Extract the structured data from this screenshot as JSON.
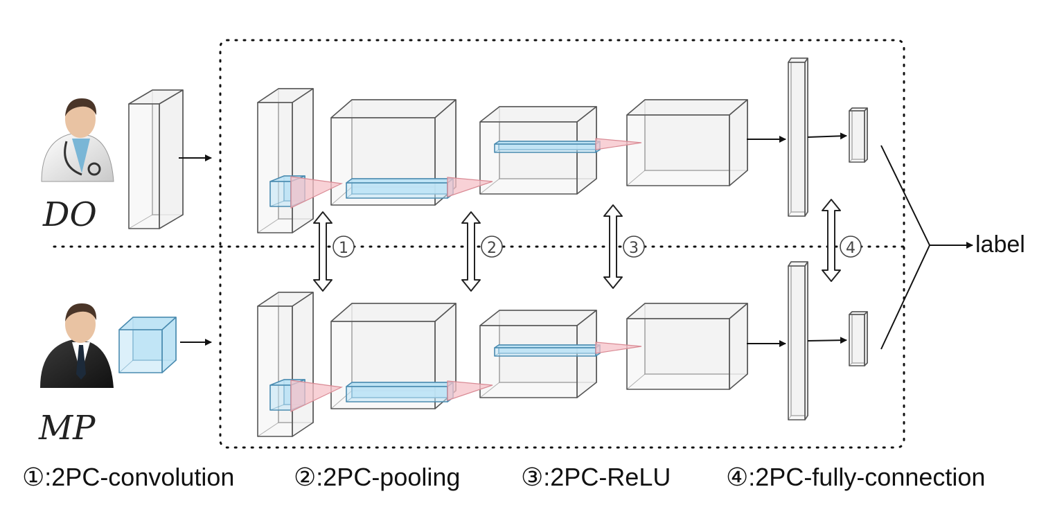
{
  "parties": [
    {
      "label": "DO",
      "role": "doctor"
    },
    {
      "label": "MP",
      "role": "model provider"
    }
  ],
  "output_label": "label",
  "protocol_markers": [
    "①",
    "②",
    "③",
    "④"
  ],
  "legend": [
    {
      "marker": "①",
      "text": ":2PC-convolution"
    },
    {
      "marker": "②",
      "text": ":2PC-pooling"
    },
    {
      "marker": "③",
      "text": ":2PC-ReLU"
    },
    {
      "marker": "④",
      "text": ":2PC-fully-connection"
    }
  ],
  "colors": {
    "box_fill": "#f2f2f2",
    "box_stroke": "#555555",
    "highlight_fill": "#bfe3f5",
    "highlight_stroke": "#4a8bb0",
    "kernel_fill": "#f6c2c8",
    "kernel_stroke": "#d98a94"
  }
}
